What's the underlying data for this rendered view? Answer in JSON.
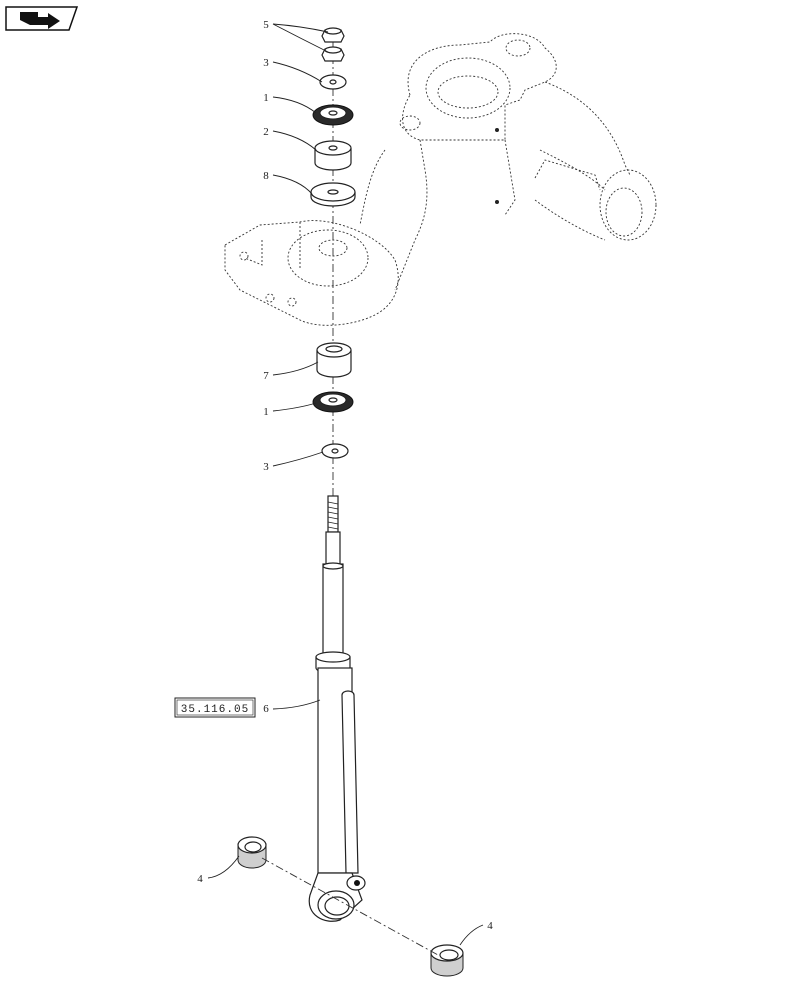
{
  "nav_icon": "book-arrow-icon",
  "callouts": {
    "nut_5": "5",
    "washer_3_top": "3",
    "seal_1_top": "1",
    "bushing_2": "2",
    "washer_8": "8",
    "bushing_7": "7",
    "seal_1_bottom": "1",
    "washer_3_bottom": "3",
    "cylinder_6": "6",
    "bushing_4_left": "4",
    "bushing_4_right": "4"
  },
  "reference_box": "35.116.05"
}
